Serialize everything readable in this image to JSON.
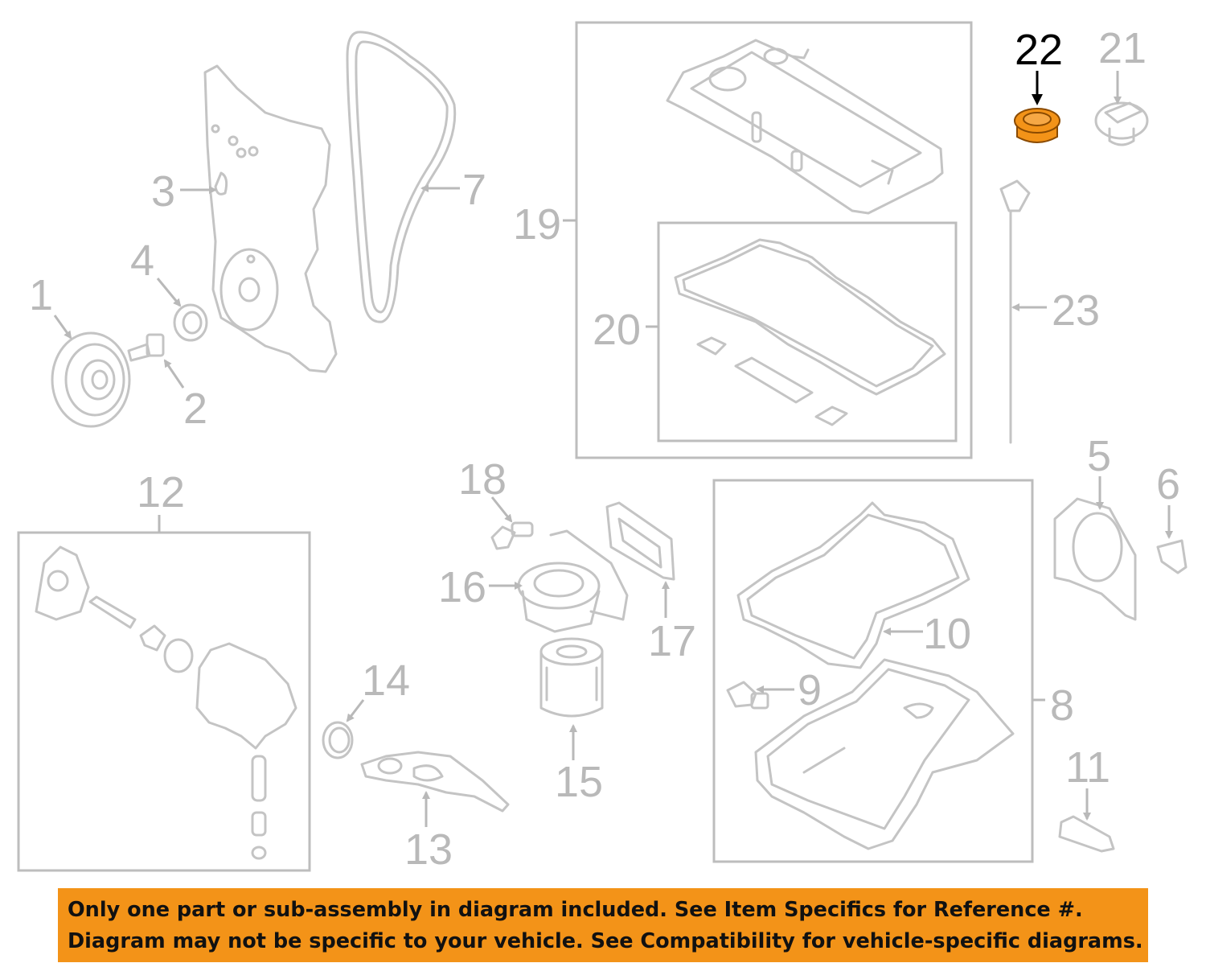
{
  "callouts": {
    "c1": "1",
    "c2": "2",
    "c3": "3",
    "c4": "4",
    "c5": "5",
    "c6": "6",
    "c7": "7",
    "c8": "8",
    "c9": "9",
    "c10": "10",
    "c11": "11",
    "c12": "12",
    "c13": "13",
    "c14": "14",
    "c15": "15",
    "c16": "16",
    "c17": "17",
    "c18": "18",
    "c19": "19",
    "c20": "20",
    "c21": "21",
    "c22": "22",
    "c23": "23"
  },
  "highlighted_part": "22",
  "colors": {
    "highlight": "#f39318",
    "banner": "#f39318",
    "line_art": "#c4c4c4",
    "callout_text": "#b9b9b9"
  },
  "disclaimer": {
    "line1": "Only one part or sub-assembly in diagram included. See Item Specifics for Reference #.",
    "line2": "Diagram may not be specific to your vehicle. See Compatibility for vehicle-specific diagrams."
  }
}
